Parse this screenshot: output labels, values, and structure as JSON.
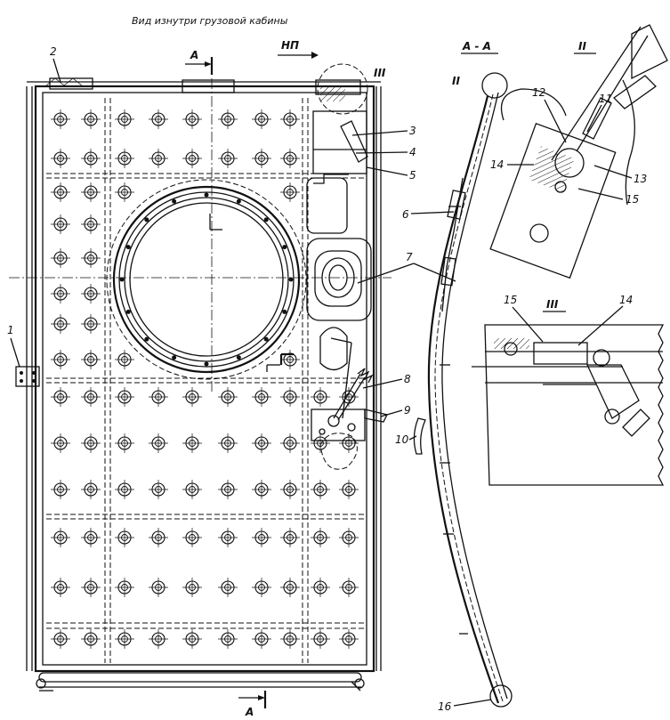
{
  "caption": "Вид изнутри грузовой кабины",
  "direction_marker": "НП",
  "section_marker": "А",
  "section_title": "А - А",
  "view_II_label": "II",
  "view_III_label": "III",
  "callouts": {
    "c1": "1",
    "c2": "2",
    "c3": "3",
    "c4": "4",
    "c5": "5",
    "c6": "6",
    "c7": "7",
    "c8": "8",
    "c9": "9",
    "c10": "10",
    "c11": "11",
    "c12": "12",
    "c13": "13",
    "c14": "14",
    "c15": "15",
    "c16": "16"
  }
}
